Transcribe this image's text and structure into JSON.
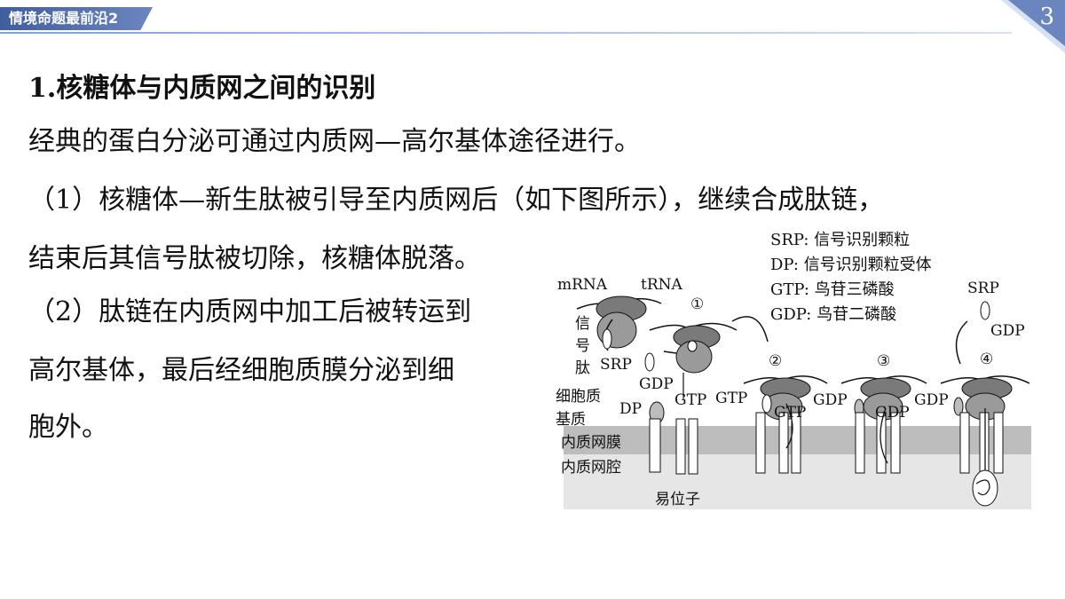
{
  "header": {
    "section_tag": "情境命题最前沿2",
    "page_number": "3"
  },
  "content": {
    "heading": "1.核糖体与内质网之间的识别",
    "line1": "经典的蛋白分泌可通过内质网—高尔基体途径进行。",
    "line2": "（1）核糖体—新生肽被引导至内质网后（如下图所示），继续合成肽链，",
    "line3": "结束后其信号肽被切除，核糖体脱落。",
    "line4": "（2）肽链在内质网中加工后被转运到",
    "line5": "高尔基体，最后经细胞质膜分泌到细",
    "line6": "胞外。"
  },
  "legend": [
    "SRP: 信号识别颗粒",
    "DP: 信号识别颗粒受体",
    "GTP: 鸟苷三磷酸",
    "GDP: 鸟苷二磷酸"
  ],
  "diagram": {
    "labels": {
      "mrna": "mRNA",
      "trna": "tRNA",
      "signal_peptide_1": "信",
      "signal_peptide_2": "号",
      "signal_peptide_3": "肽",
      "srp": "SRP",
      "gdp": "GDP",
      "gtp": "GTP",
      "cytoplasm_1": "细胞质",
      "cytoplasm_2": "基质",
      "dp": "DP",
      "er_membrane": "内质网膜",
      "er_lumen": "内质网腔",
      "translocon": "易位子",
      "step1": "①",
      "step2": "②",
      "step3": "③",
      "step4": "④",
      "srp_right": "SRP",
      "gdp_right": "GDP",
      "gtp_s2_left": "GTP",
      "gtp_s2_inner": "GTP",
      "gdp_s3_left": "GDP",
      "gdp_s3_inner": "GDP",
      "gdp_s4_left": "GDP"
    },
    "colors": {
      "membrane": "#bdbdbd",
      "lumen": "#e6e6e6",
      "ribosome": "#7a7a7a",
      "ribosome_small": "#9a9a9a"
    }
  }
}
